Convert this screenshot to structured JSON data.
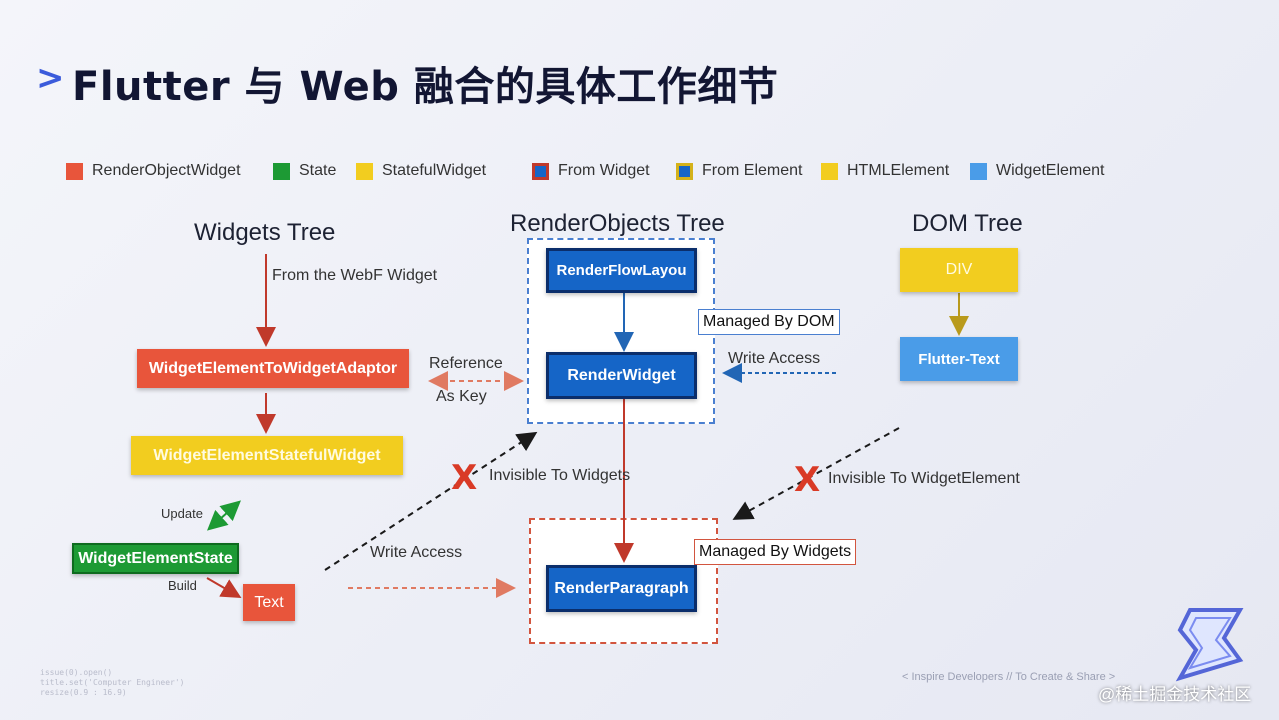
{
  "slide": {
    "chevron": ">",
    "title": "Flutter 与 Web 融合的具体工作细节"
  },
  "legend": [
    {
      "label": "RenderObjectWidget",
      "color": "#e8553b",
      "border": "#e8553b"
    },
    {
      "label": "State",
      "color": "#1d9a34",
      "border": "#1d9a34"
    },
    {
      "label": "StatefulWidget",
      "color": "#f2cd1f",
      "border": "#f2cd1f"
    },
    {
      "label": "From Widget",
      "color": "#1565c7",
      "border": "#c0392b"
    },
    {
      "label": "From Element",
      "color": "#1565c7",
      "border": "#d4b21a"
    },
    {
      "label": "HTMLElement",
      "color": "#f2cd1f",
      "border": "#f2cd1f"
    },
    {
      "label": "WidgetElement",
      "color": "#4a9ce8",
      "border": "#4a9ce8"
    }
  ],
  "trees": {
    "widgets": "Widgets Tree",
    "render_objects": "RenderObjects Tree",
    "dom": "DOM Tree"
  },
  "nodes": {
    "adaptor": "WidgetElementToWidgetAdaptor",
    "stateful_widget": "WidgetElementStatefulWidget",
    "state": "WidgetElementState",
    "text": "Text",
    "render_flow_layout": "RenderFlowLayou",
    "render_widget": "RenderWidget",
    "render_paragraph": "RenderParagraph",
    "div": "DIV",
    "flutter_text": "Flutter-Text"
  },
  "labels": {
    "from_webf": "From the WebF Widget",
    "reference": "Reference",
    "as_key": "As Key",
    "update": "Update",
    "build": "Build",
    "write_access_left": "Write Access",
    "write_access_right": "Write Access",
    "invisible_widgets": "Invisible To Widgets",
    "invisible_widget_element": "Invisible To WidgetElement",
    "managed_by_dom": "Managed By DOM",
    "managed_by_widgets": "Managed By Widgets",
    "x_mark": "X"
  },
  "footer": {
    "code": "issue(0).open()\ntitle.set('Computer Engineer')\nresize(0.9 : 16.9)",
    "slogan": "< Inspire Developers  //  To Create & Share >",
    "watermark": "@稀土掘金技术社区"
  },
  "colors": {
    "arrow_red": "#c0392b",
    "arrow_blue": "#2266b5",
    "arrow_dark": "#1a1a1a",
    "arrow_gold": "#b99a1c",
    "arrow_green": "#1d9a34",
    "box_blue_dash": "#4a7fd0",
    "box_red_dash": "#d2553f"
  }
}
